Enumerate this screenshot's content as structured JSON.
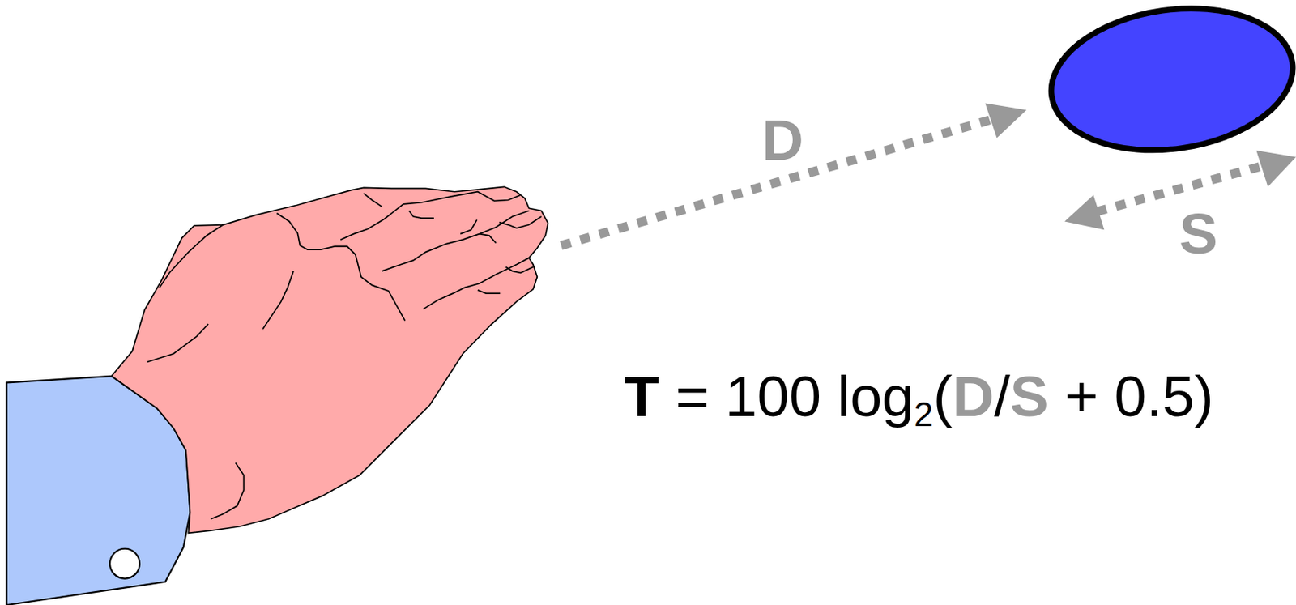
{
  "diagram": {
    "labels": [
      "D",
      "S",
      "T",
      "= 100 log",
      "2",
      "(",
      "D",
      "/",
      "S",
      "+ 0.5)"
    ]
  }
}
